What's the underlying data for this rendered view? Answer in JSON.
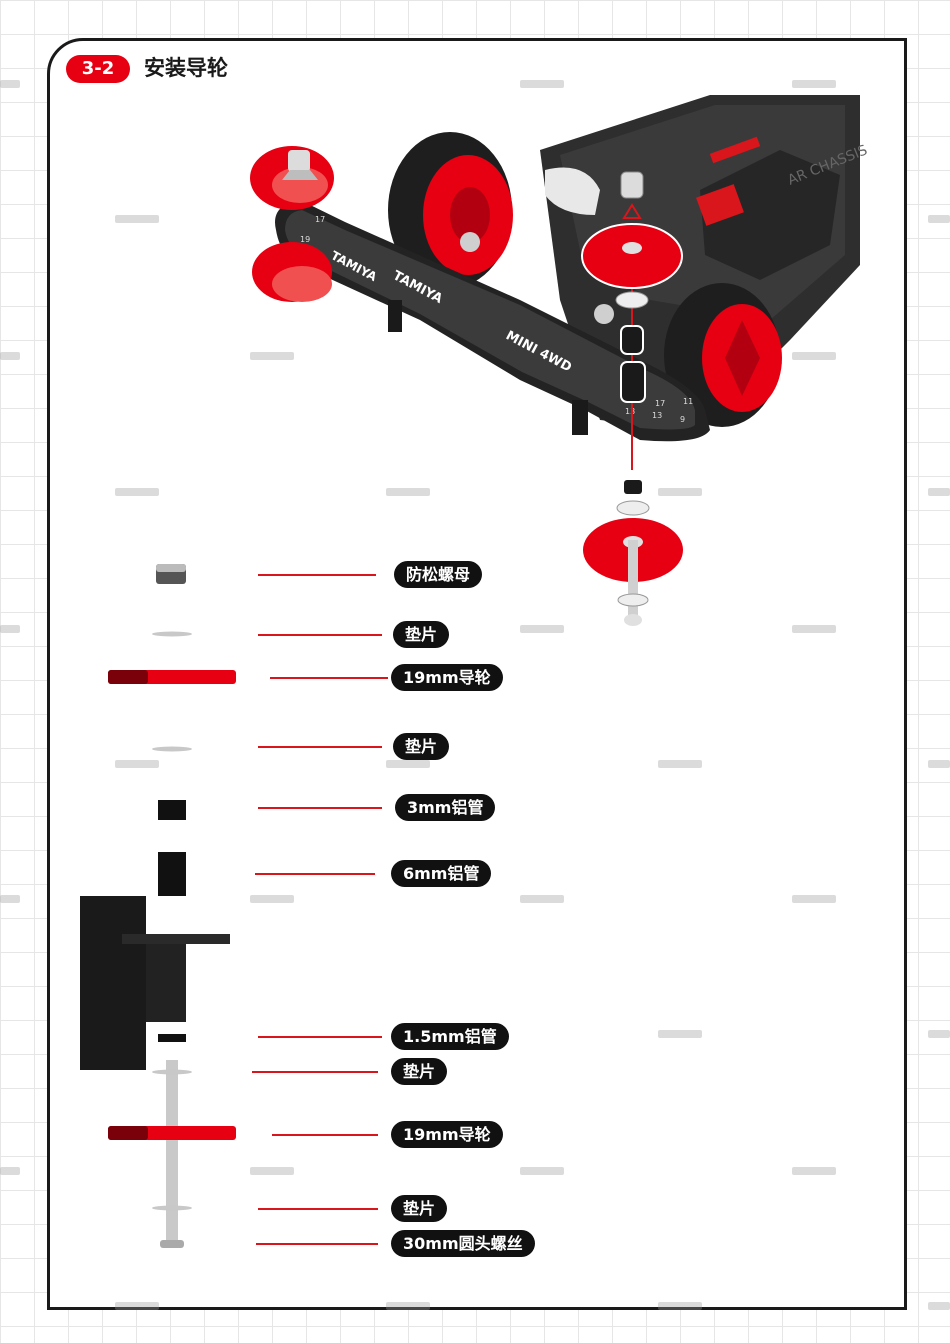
{
  "step": {
    "number": "3-2",
    "title": "安装导轮"
  },
  "parts": [
    {
      "id": "nut",
      "label": "防松螺母"
    },
    {
      "id": "washer1",
      "label": "垫片"
    },
    {
      "id": "roller1",
      "label": "19mm导轮"
    },
    {
      "id": "washer2",
      "label": "垫片"
    },
    {
      "id": "tube3",
      "label": "3mm铝管"
    },
    {
      "id": "tube6",
      "label": "6mm铝管"
    },
    {
      "id": "tube15",
      "label": "1.5mm铝管"
    },
    {
      "id": "washer3",
      "label": "垫片"
    },
    {
      "id": "roller2",
      "label": "19mm导轮"
    },
    {
      "id": "washer4",
      "label": "垫片"
    },
    {
      "id": "screw",
      "label": "30mm圆头螺丝"
    }
  ],
  "plate_markings": {
    "brand": "TAMIYA",
    "brand_2": "TAMIYA",
    "model": "MINI 4WD",
    "chassis": "AR CHASSIS",
    "hole_numbers": [
      "17",
      "13",
      "17",
      "11",
      "9",
      "13",
      "19"
    ]
  },
  "colors": {
    "accent": "#e60012",
    "dark": "#1a1a1a",
    "part_gray": "#cfcfcf"
  }
}
